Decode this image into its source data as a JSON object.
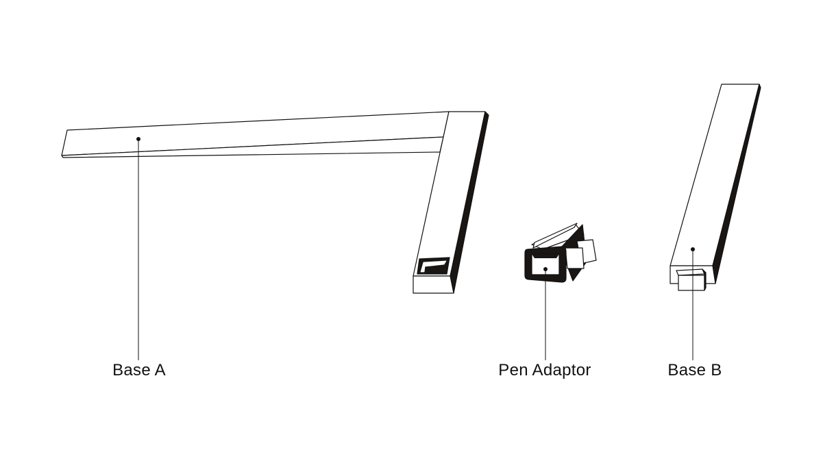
{
  "labels": {
    "base_a": "Base A",
    "pen_adaptor": "Pen Adaptor",
    "base_b": "Base B"
  },
  "colors": {
    "line": "#111111",
    "fill_dark": "#1a1614",
    "background": "#ffffff"
  }
}
